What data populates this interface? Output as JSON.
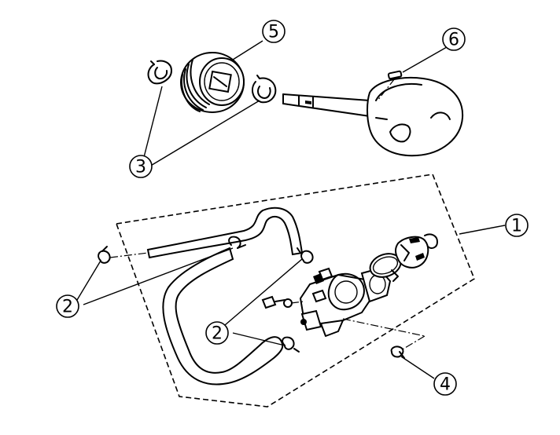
{
  "callouts": [
    {
      "id": "c1",
      "label": "1"
    },
    {
      "id": "c2a",
      "label": "2"
    },
    {
      "id": "c2b",
      "label": "2"
    },
    {
      "id": "c3",
      "label": "3"
    },
    {
      "id": "c4",
      "label": "4"
    },
    {
      "id": "c5",
      "label": "5"
    },
    {
      "id": "c6",
      "label": "6"
    }
  ]
}
